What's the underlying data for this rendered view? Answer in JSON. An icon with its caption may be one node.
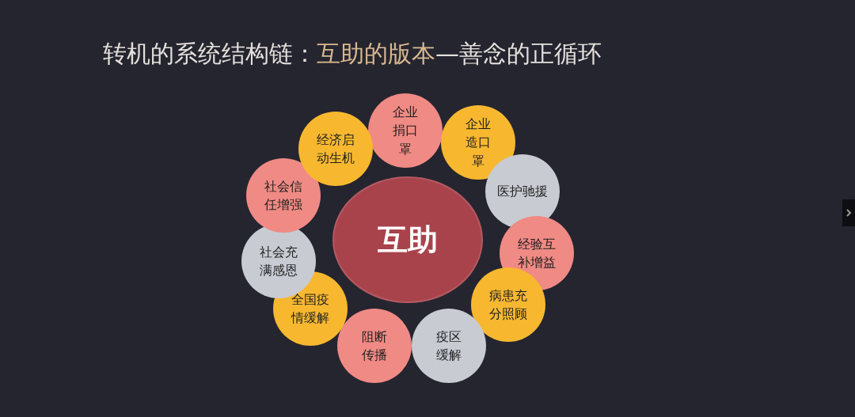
{
  "diagram": {
    "title": "转机的系统结构链：*互助的版本*—善念的正循环",
    "nodes": [
      {
        "text": [
          "互助"
        ]
      },
      {
        "text": [
          "企业捐口罩"
        ]
      },
      {
        "text": [
          "企业造口罩"
        ]
      },
      {
        "text": [
          "医护驰援"
        ]
      },
      {
        "text": [
          "经验互补增益"
        ]
      },
      {
        "text": [
          "病患充分照顾"
        ]
      },
      {
        "text": [
          "疫区缓解"
        ]
      },
      {
        "text": [
          "阻断传播"
        ]
      },
      {
        "text": [
          "全国疫情缓解"
        ]
      },
      {
        "text": [
          "社会充满感恩"
        ]
      },
      {
        "text": [
          "社会信任增强"
        ]
      },
      {
        "text": [
          "经济启动生机"
        ]
      }
    ],
    "edges": []
  }
}
